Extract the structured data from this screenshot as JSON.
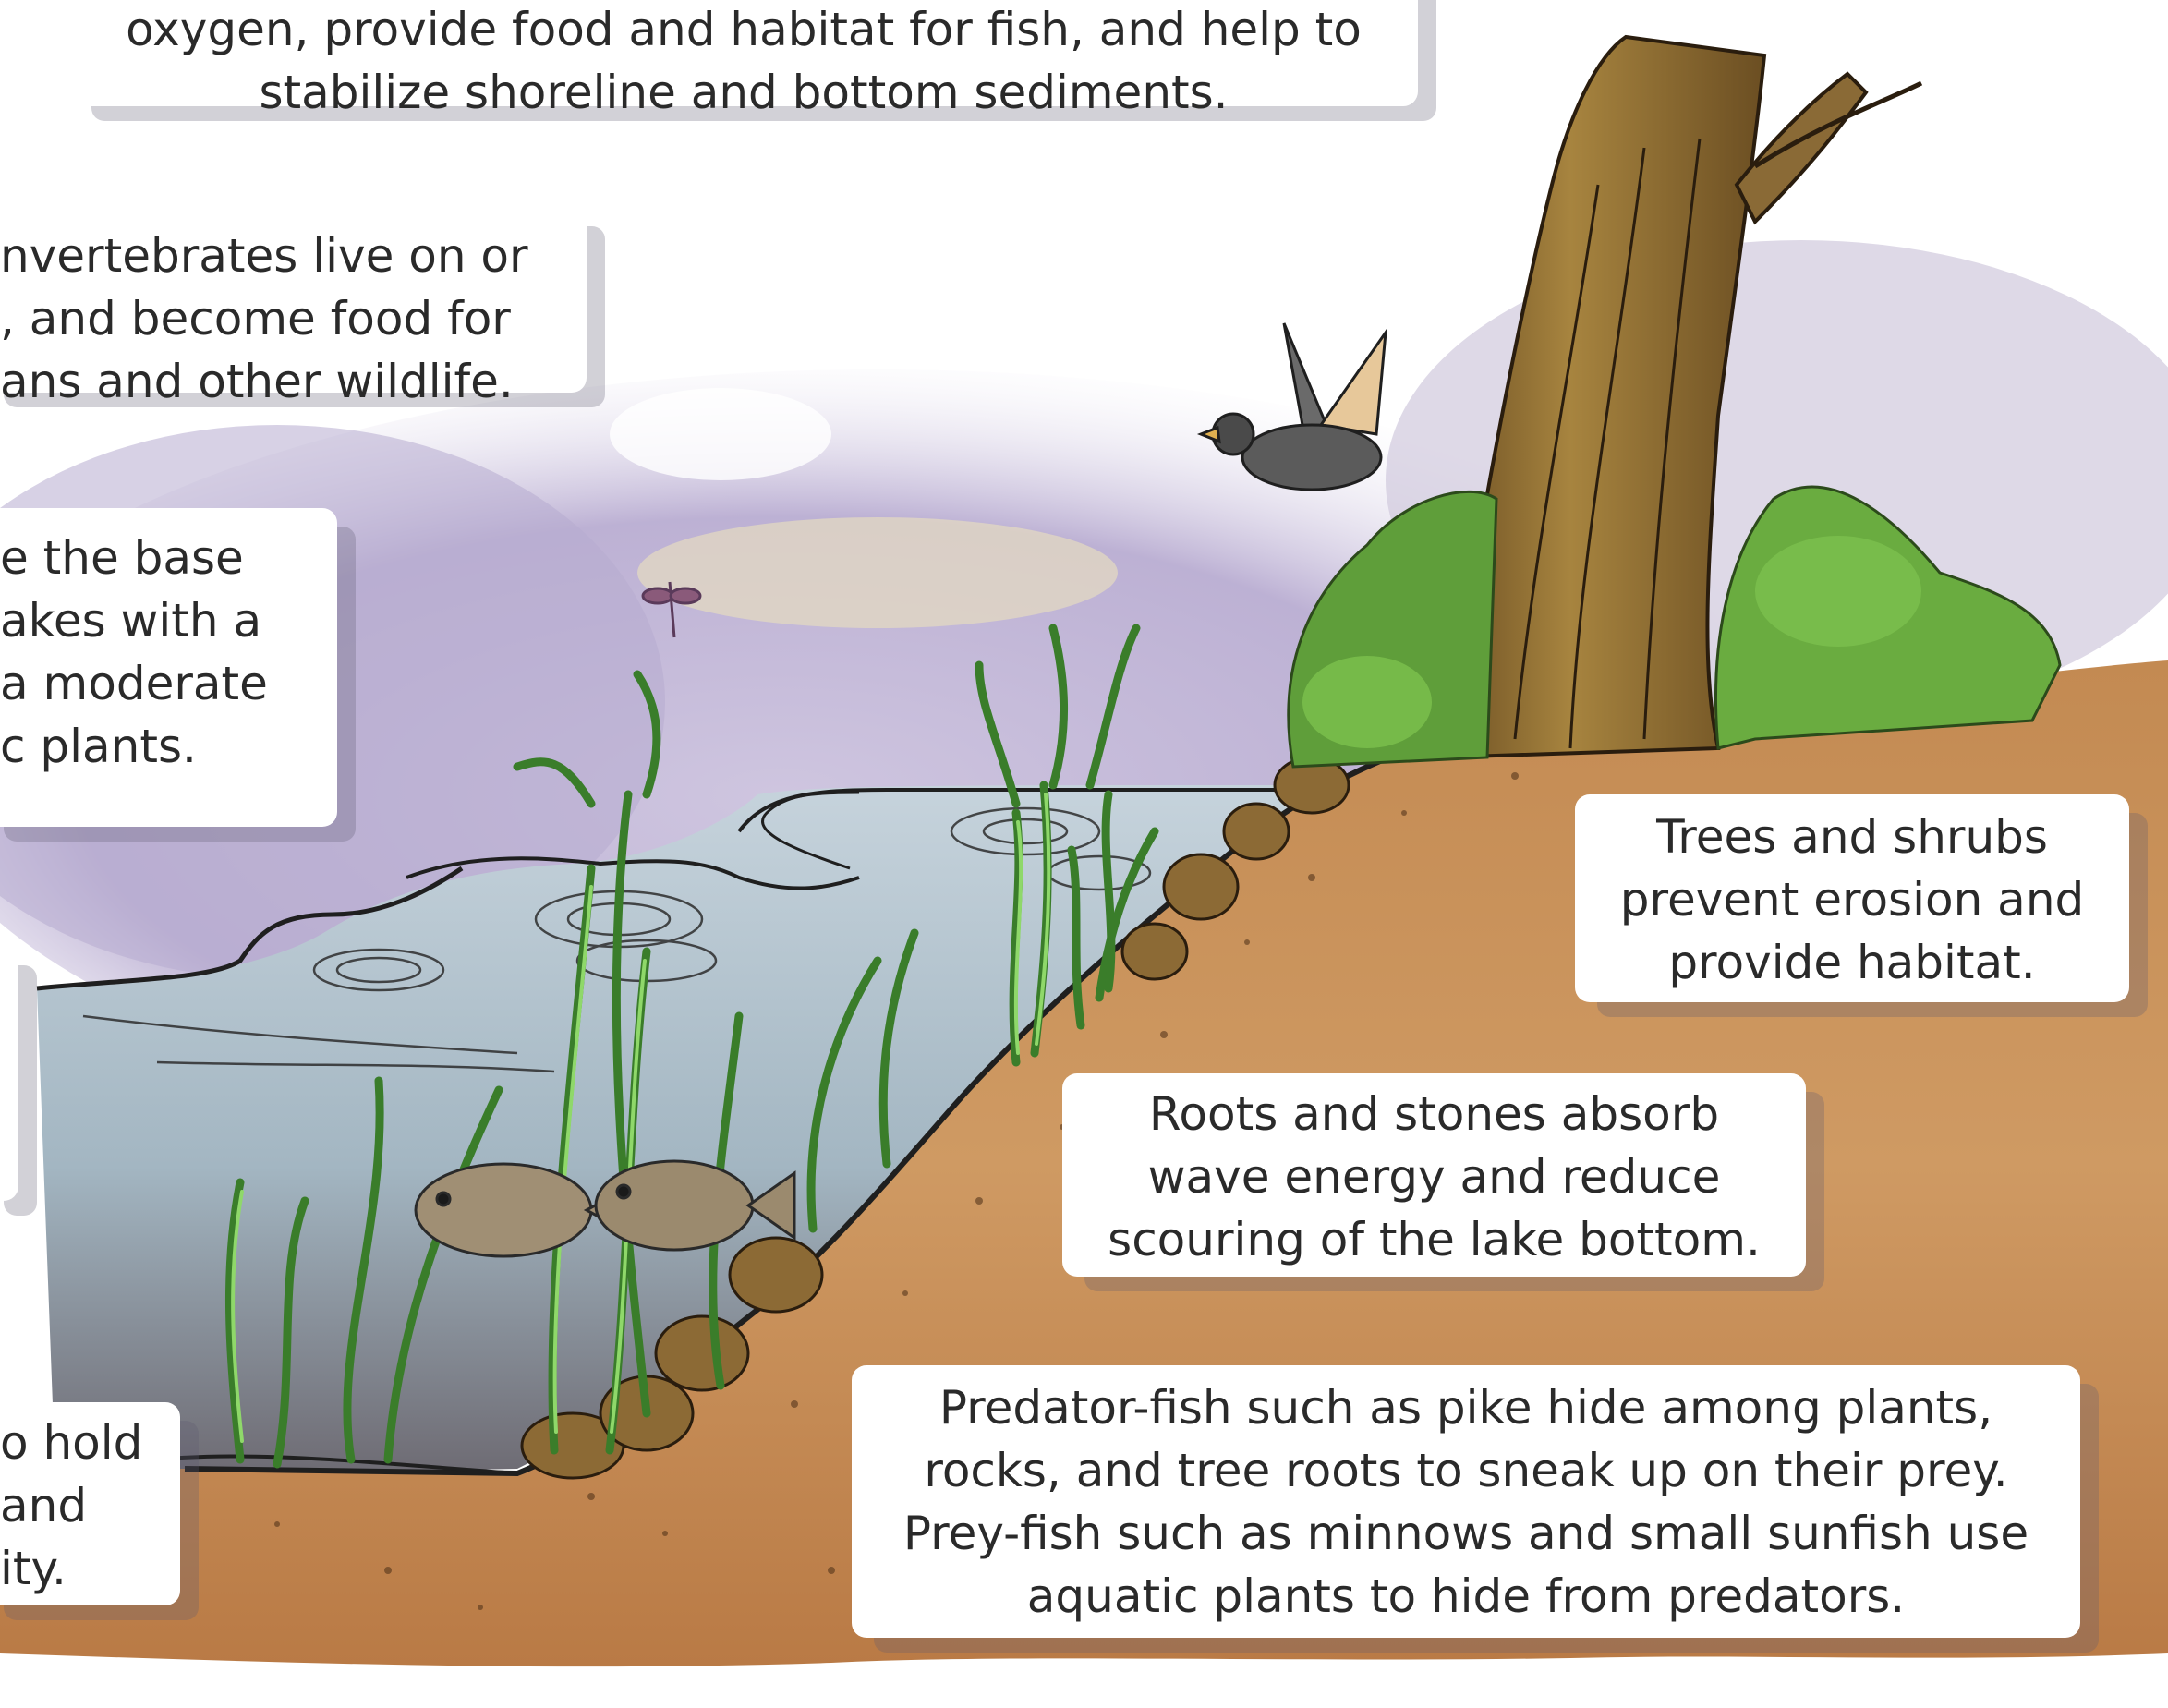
{
  "captions": {
    "top": {
      "lines": [
        "oxygen, provide food and habitat for fish, and help to",
        "stabilize shoreline and bottom sediments."
      ]
    },
    "invertebrates": {
      "lines": [
        "nvertebrates live on or",
        ", and become food for",
        "ans and other wildlife."
      ]
    },
    "base": {
      "lines": [
        "e the base",
        "akes with a",
        "a moderate",
        "c plants."
      ]
    },
    "hold": {
      "lines": [
        "o hold",
        "and",
        "ity."
      ]
    },
    "trees": {
      "lines": [
        "Trees and shrubs",
        "prevent erosion and",
        "provide habitat."
      ]
    },
    "roots": {
      "lines": [
        "Roots and stones absorb",
        "wave energy and reduce",
        "scouring of the lake bottom."
      ]
    },
    "predator": {
      "lines": [
        "Predator-fish such as pike hide among plants,",
        "rocks, and tree roots to sneak up on their prey.",
        "Prey-fish such as minnows and small sunfish use",
        "aquatic plants to hide from predators."
      ]
    }
  },
  "colors": {
    "sky_purple": "#b5a8cf",
    "water": "#a9bcc8",
    "soil": "#c7925a",
    "soil_dark": "#8f5a2f",
    "plant_green": "#6fbf4a",
    "bark": "#8a6a36",
    "foliage": "#5f9e3a"
  }
}
